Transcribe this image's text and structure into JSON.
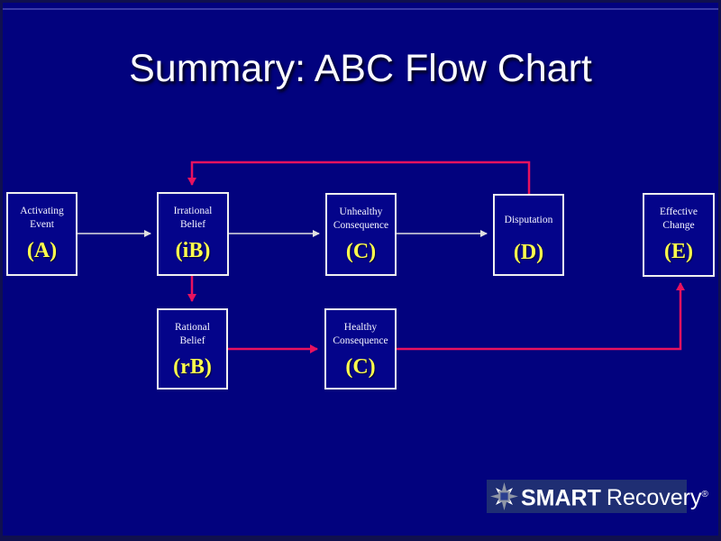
{
  "slide": {
    "title": "Summary: ABC Flow Chart",
    "colors": {
      "background": "#02027e",
      "frame": "#10104e",
      "box_fill": "#04048a",
      "box_border": "#f0f0f0",
      "label_text": "#f5f5ff",
      "letter_yellow": "#ffff4d",
      "arrow_white": "#e0e0e0",
      "arrow_red": "#e8125f",
      "logo_background": "#1f2e73"
    }
  },
  "boxes": [
    {
      "id": "activating-event",
      "line1": "Activating",
      "line2": "Event",
      "letter": "(A)"
    },
    {
      "id": "irrational-belief",
      "line1": "Irrational",
      "line2": "Belief",
      "letter": "(iB)"
    },
    {
      "id": "unhealthy-consequence",
      "line1": "Unhealthy",
      "line2": "Consequence",
      "letter": "(C)"
    },
    {
      "id": "disputation",
      "line1": "Disputation",
      "line2": "",
      "letter": "(D)"
    },
    {
      "id": "effective-change",
      "line1": "Effective",
      "line2": "Change",
      "letter": "(E)"
    },
    {
      "id": "rational-belief",
      "line1": "Rational",
      "line2": "Belief",
      "letter": "(rB)"
    },
    {
      "id": "healthy-consequence",
      "line1": "Healthy",
      "line2": "Consequence",
      "letter": "(C)"
    }
  ],
  "connections": [
    {
      "from": "activating-event",
      "to": "irrational-belief",
      "color": "white"
    },
    {
      "from": "irrational-belief",
      "to": "unhealthy-consequence",
      "color": "white"
    },
    {
      "from": "unhealthy-consequence",
      "to": "disputation",
      "color": "white"
    },
    {
      "from": "disputation",
      "to": "irrational-belief",
      "color": "red"
    },
    {
      "from": "irrational-belief",
      "to": "rational-belief",
      "color": "red"
    },
    {
      "from": "rational-belief",
      "to": "healthy-consequence",
      "color": "red"
    },
    {
      "from": "healthy-consequence",
      "to": "effective-change",
      "color": "red"
    }
  ],
  "logo": {
    "icon": "smart-recovery-star-icon",
    "brand_first": "SMART",
    "brand_second": "Recovery",
    "registered": "®"
  }
}
